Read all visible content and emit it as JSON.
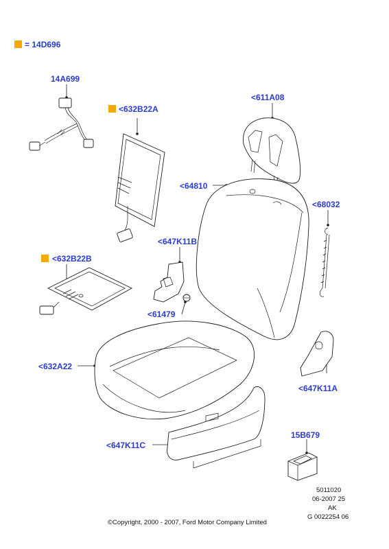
{
  "legend": {
    "marker_color": "#f5a800",
    "text": "= 14D696"
  },
  "labels": {
    "part_14A699": "14A699",
    "part_632B22A": "<632B22A",
    "part_611A08": "<611A08",
    "part_64810": "<64810",
    "part_68032": "<68032",
    "part_647K11B": "<647K11B",
    "part_632B22B": "<632B22B",
    "part_61479": "<61479",
    "part_632A22": "<632A22",
    "part_647K11A": "<647K11A",
    "part_647K11C": "<647K11C",
    "part_15B679": "15B679"
  },
  "label_color": "#2a3bd0",
  "footer": {
    "ref_1": "5011020",
    "ref_2": "06-2007 25",
    "ref_3": "AK",
    "ref_4": "G 0022254 06",
    "copyright": "©Copyright, 2000 - 2007, Ford Motor Company Limited"
  }
}
